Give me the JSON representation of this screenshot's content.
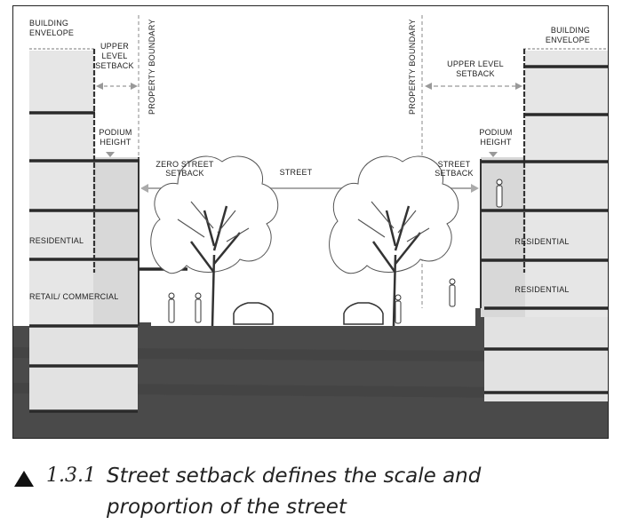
{
  "diagram": {
    "labels": {
      "building_envelope_left": [
        "BUILDING",
        "ENVELOPE"
      ],
      "building_envelope_right": [
        "BUILDING",
        "ENVELOPE"
      ],
      "upper_setback_left": [
        "UPPER",
        "LEVEL",
        "SETBACK"
      ],
      "upper_setback_right": [
        "UPPER LEVEL",
        "SETBACK"
      ],
      "property_boundary_left": "PROPERTY BOUNDARY",
      "property_boundary_right": "PROPERTY BOUNDARY",
      "podium_left": [
        "PODIUM",
        "HEIGHT"
      ],
      "podium_right": [
        "PODIUM",
        "HEIGHT"
      ],
      "zero_setback": [
        "ZERO STREET",
        "SETBACK"
      ],
      "street": "STREET",
      "street_setback": [
        "STREET",
        "SETBACK"
      ],
      "residential_left": "RESIDENTIAL",
      "retail_left": "RETAIL/ COMMERCIAL",
      "residential_right_1": "RESIDENTIAL",
      "residential_right_2": "RESIDENTIAL"
    },
    "colors": {
      "ground": "#4a4a4a",
      "building_fill": "#e4e4e4",
      "floor_line": "#2a2a2a",
      "podium_block": "#d4d4d4",
      "dashed_line": "#8a8a8a"
    }
  },
  "caption": {
    "number": "1.3.1",
    "line1": "Street setback defines the scale and",
    "line2": "proportion of the street"
  }
}
